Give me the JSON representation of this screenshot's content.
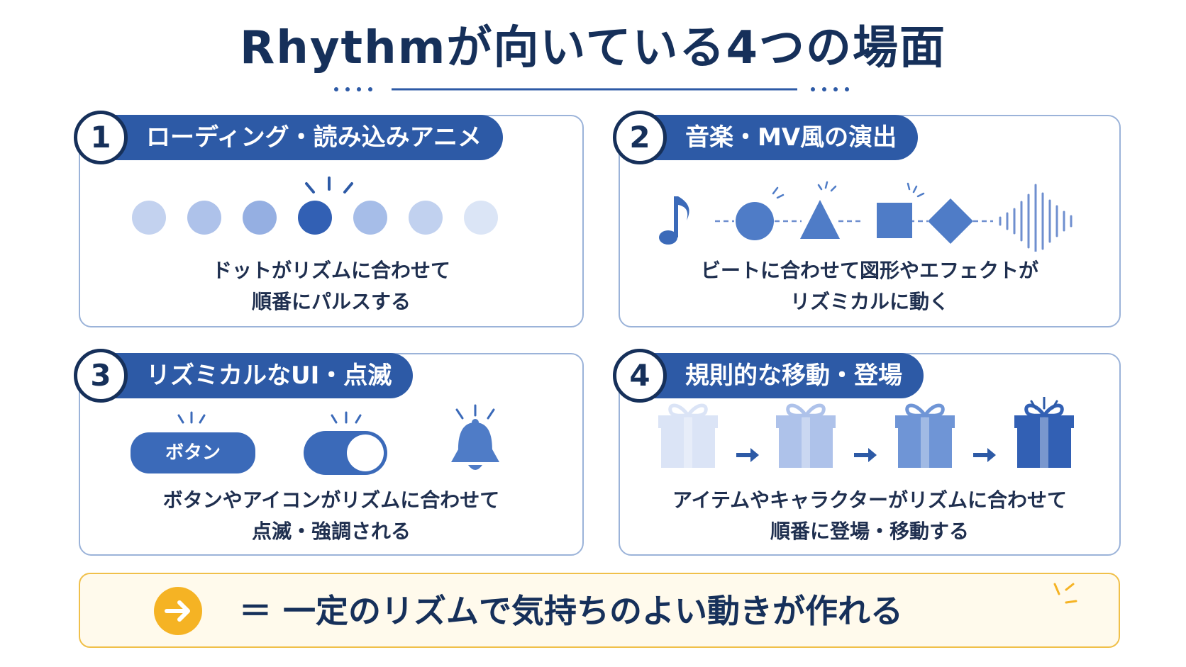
{
  "title": "Rhythmが向いている4つの場面",
  "cards": [
    {
      "number": "1",
      "heading": "ローディング・読み込みアニメ",
      "desc_line1": "ドットがリズムに合わせて",
      "desc_line2": "順番にパルスする",
      "dot_colors": [
        "#c3d2ef",
        "#aec2ea",
        "#95afe2",
        "#3260b4",
        "#a6bde8",
        "#c1d1ef",
        "#dbe5f6"
      ]
    },
    {
      "number": "2",
      "heading": "音楽・MV風の演出",
      "desc_line1": "ビートに合わせて図形やエフェクトが",
      "desc_line2": "リズミカルに動く",
      "icons": [
        "music-note-icon",
        "circle-shape-icon",
        "triangle-shape-icon",
        "square-shape-icon",
        "diamond-shape-icon",
        "sound-wave-icon"
      ]
    },
    {
      "number": "3",
      "heading": "リズミカルなUI・点滅",
      "desc_line1": "ボタンやアイコンがリズムに合わせて",
      "desc_line2": "点滅・強調される",
      "button_label": "ボタン",
      "icons": [
        "toggle-switch-icon",
        "bell-icon"
      ]
    },
    {
      "number": "4",
      "heading": "規則的な移動・登場",
      "desc_line1": "アイテムやキャラクターがリズムに合わせて",
      "desc_line2": "順番に登場・移動する",
      "icons": [
        "gift-box-icon",
        "arrow-right-icon"
      ]
    }
  ],
  "bottom": {
    "text": "＝ 一定のリズムで気持ちのよい動きが作れる",
    "icon": "arrow-right-circle-icon"
  },
  "colors": {
    "primary": "#2d5aa6",
    "navy": "#16305a",
    "card_border": "#9bb3d9",
    "accent_yellow": "#f5b324",
    "bottom_bg": "#fffaec"
  }
}
